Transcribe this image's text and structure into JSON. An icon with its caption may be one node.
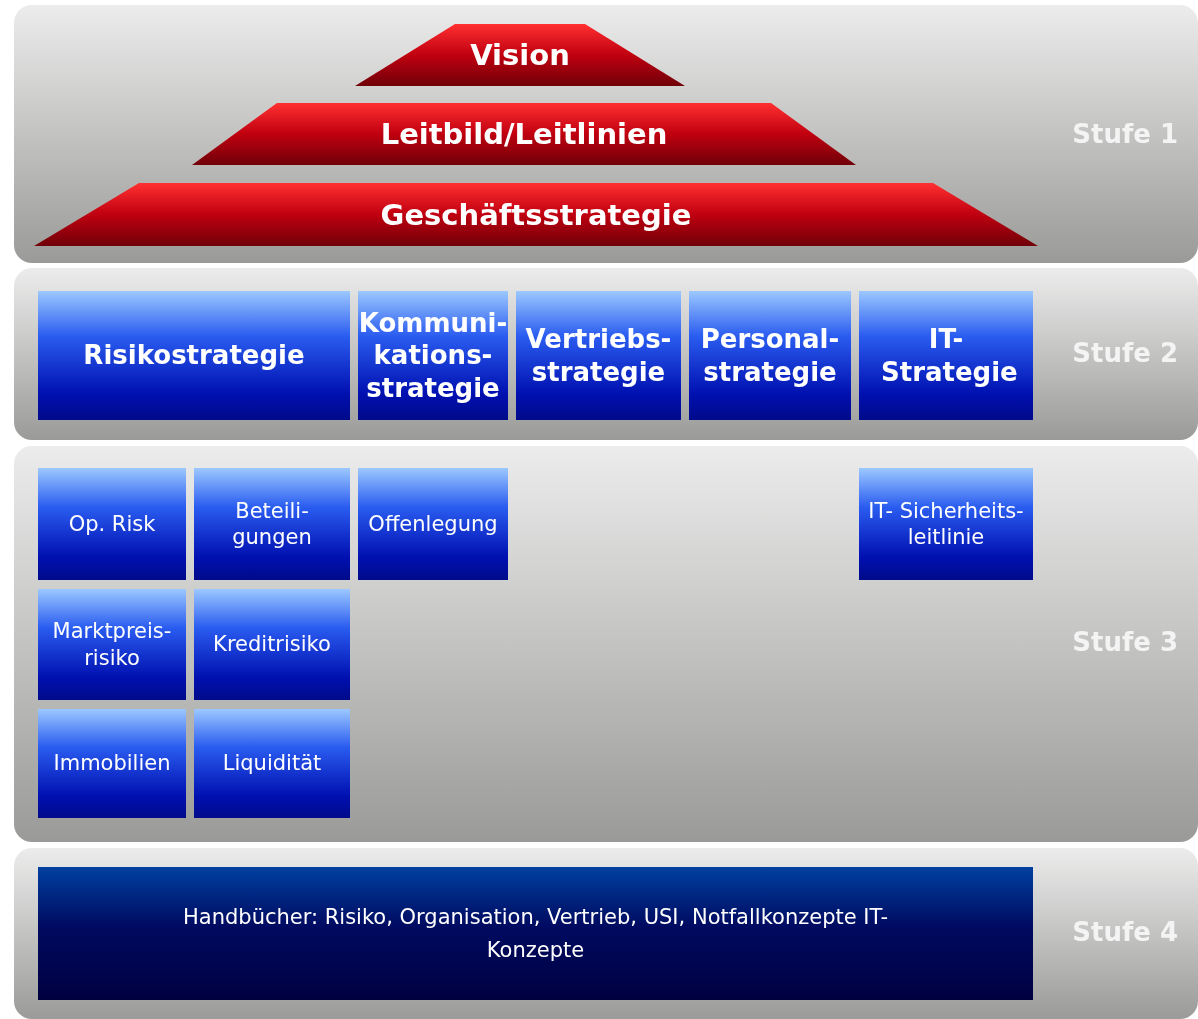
{
  "diagram": {
    "nodes": [
      {
        "text": [
          "Stufe 1"
        ]
      },
      {
        "text": [
          "Vision"
        ],
        "in": 0
      },
      {
        "text": [
          "Leitbild/Leitlinien"
        ],
        "in": 0
      },
      {
        "text": [
          "Geschäftsstrategie"
        ],
        "in": 0
      },
      {
        "text": [
          "Stufe 2"
        ]
      },
      {
        "text": [
          "Risikostrategie"
        ],
        "in": 4
      },
      {
        "text": [
          "Kommuni- kations- strategie"
        ],
        "in": 4
      },
      {
        "text": [
          "Vertriebs- strategie"
        ],
        "in": 4
      },
      {
        "text": [
          "Personal- strategie"
        ],
        "in": 4
      },
      {
        "text": [
          "IT- Strategie"
        ],
        "in": 4
      },
      {
        "text": [
          "Stufe 3"
        ]
      },
      {
        "text": [
          "Op. Risk"
        ],
        "in": 10
      },
      {
        "text": [
          "Beteili- gungen"
        ],
        "in": 10
      },
      {
        "text": [
          "Offenlegung"
        ],
        "in": 10
      },
      {
        "text": [
          "IT- Sicherheits- leitlinie"
        ],
        "in": 10
      },
      {
        "text": [
          "Marktpreis- risiko"
        ],
        "in": 10
      },
      {
        "text": [
          "Kreditrisiko"
        ],
        "in": 10
      },
      {
        "text": [
          "Immobilien"
        ],
        "in": 10
      },
      {
        "text": [
          "Liquidität"
        ],
        "in": 10
      },
      {
        "text": [
          "Stufe 4"
        ]
      },
      {
        "text": [
          "Handbücher: Risiko, Organisation, Vertrieb, USI, Notfallkonzepte IT-Konzepte"
        ],
        "in": 19
      }
    ]
  }
}
